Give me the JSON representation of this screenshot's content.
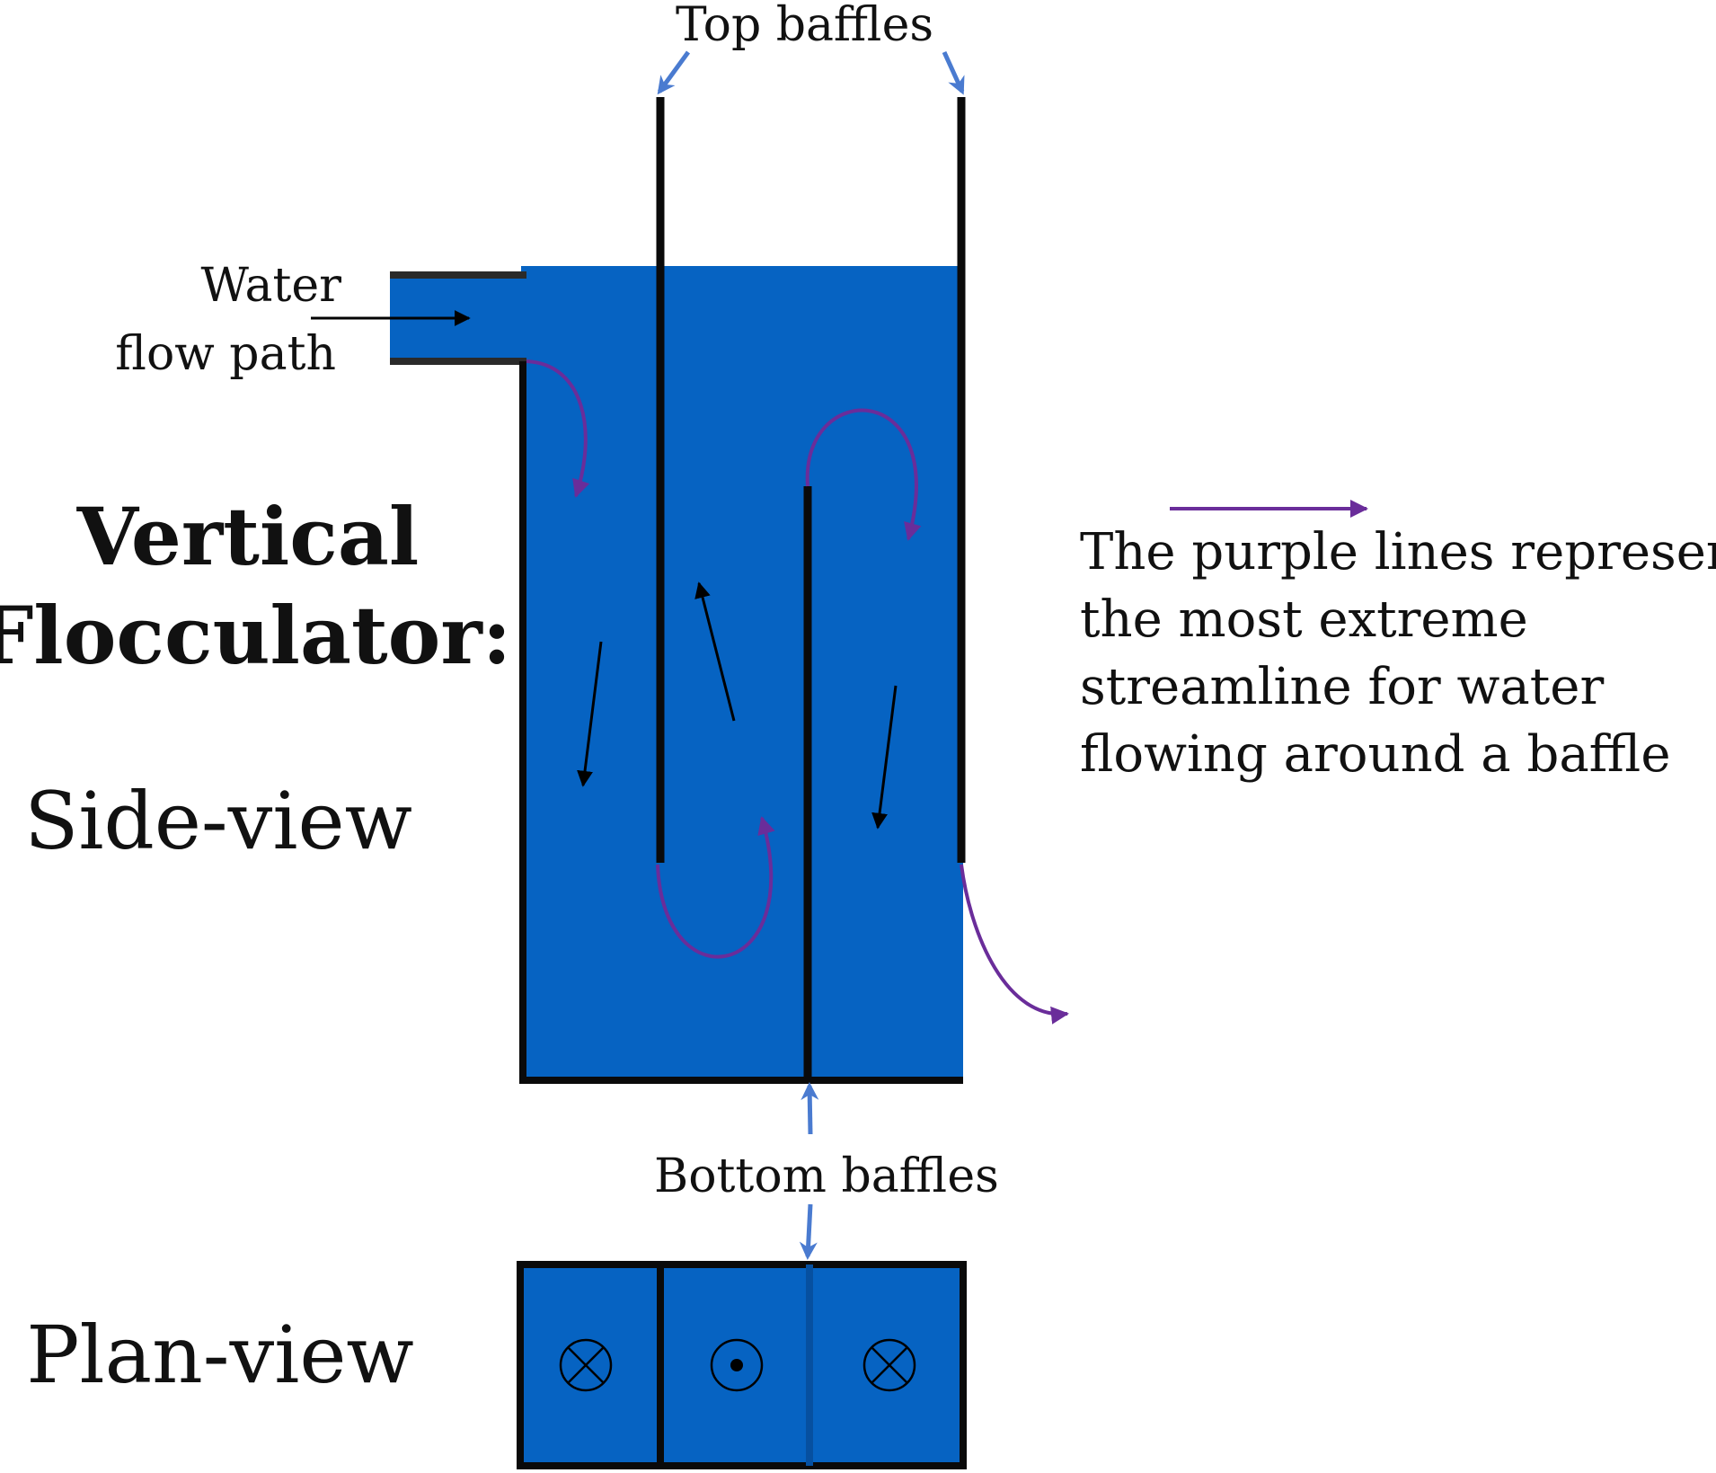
{
  "labels": {
    "top_baffles": "Top baffles",
    "bottom_baffles": "Bottom baffles",
    "water_line1": "Water",
    "water_line2": "flow path",
    "title_line1": "Vertical",
    "title_line2": "Flocculator:",
    "side_view": "Side-view",
    "plan_view": "Plan-view"
  },
  "note": {
    "lines": [
      "The purple lines represent",
      "the most extreme",
      "streamline for water",
      "flowing around a baffle"
    ]
  },
  "plan_symbols": [
    "into-page-icon",
    "out-of-page-icon",
    "into-page-icon"
  ],
  "colors": {
    "water": "#0663c2",
    "wall": "#0a0a0a",
    "streamline": "#6a2d9a",
    "pointer": "#4a7bd0",
    "flow_arrow": "#000000"
  }
}
